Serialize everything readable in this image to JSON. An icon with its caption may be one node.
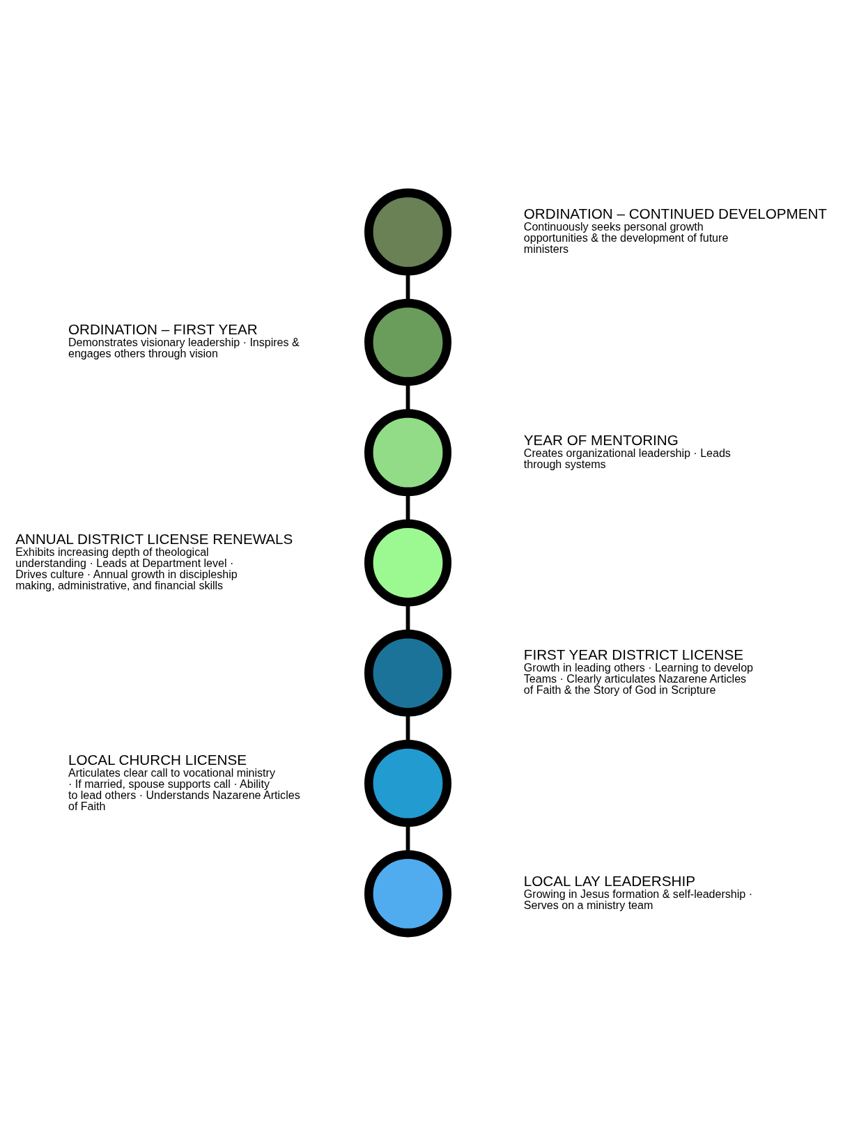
{
  "diagram": {
    "nodes": [
      {
        "text": [],
        "shape": "circle",
        "beside": [
          "ORDINATION – CONTINUED DEVELOPMENT",
          "Continuously seeks personal growth opportunities & the development of future ministers"
        ]
      },
      {
        "text": [],
        "shape": "circle",
        "beside": [
          "ORDINATION – FIRST YEAR",
          "Demonstrates visionary leadership · Inspires & engages others through vision"
        ]
      },
      {
        "text": [],
        "shape": "circle",
        "beside": [
          "YEAR OF MENTORING",
          "Creates organizational leadership · Leads through systems"
        ]
      },
      {
        "text": [],
        "shape": "circle",
        "beside": [
          "ANNUAL DISTRICT LICENSE RENEWALS",
          "Exhibits increasing depth of theological understanding · Leads at Department level · Drives culture · Annual growth in discipleship making, administrative, and financial skills"
        ]
      },
      {
        "text": [],
        "shape": "circle",
        "beside": [
          "FIRST YEAR DISTRICT LICENSE",
          "Growth in leading others · Learning to develop Teams · Clearly articulates Nazarene Articles of Faith & the Story of God in Scripture"
        ]
      },
      {
        "text": [],
        "shape": "circle",
        "beside": [
          "LOCAL CHURCH LICENSE",
          "Articulates clear call to vocational ministry · If married, spouse supports call · Ability to lead others · Understands Nazarene Articles of Faith"
        ]
      },
      {
        "text": [],
        "shape": "circle",
        "beside": [
          "LOCAL LAY LEADERSHIP",
          "Growing in Jesus formation & self-leadership · Serves on a ministry team"
        ]
      }
    ],
    "edges": [
      {
        "from": 0,
        "to": 1,
        "arrow": "none"
      },
      {
        "from": 1,
        "to": 2,
        "arrow": "none"
      },
      {
        "from": 2,
        "to": 3,
        "arrow": "none"
      },
      {
        "from": 3,
        "to": 4,
        "arrow": "none"
      },
      {
        "from": 4,
        "to": 5,
        "arrow": "none"
      },
      {
        "from": 5,
        "to": 6,
        "arrow": "none"
      }
    ]
  }
}
